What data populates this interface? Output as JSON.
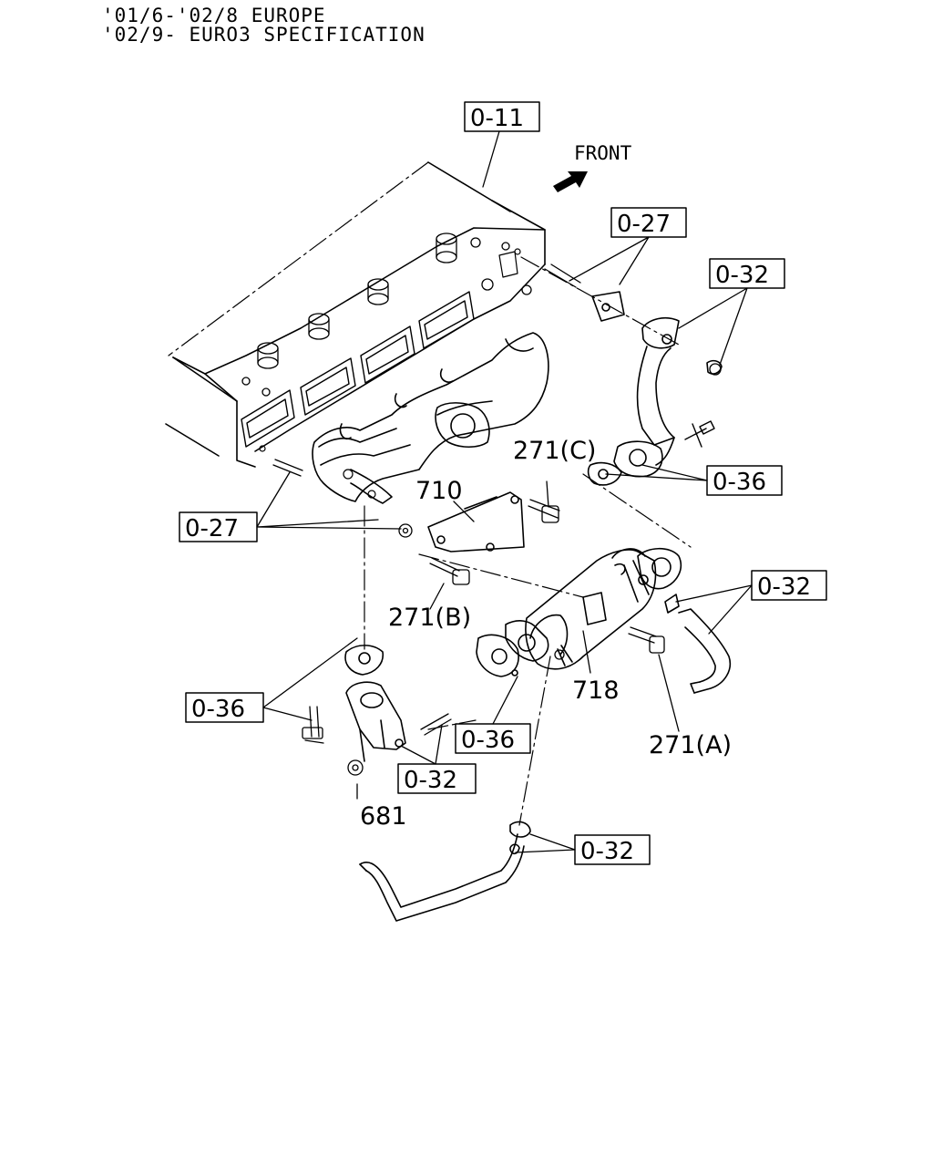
{
  "header": {
    "line1": "'01/6-'02/8 EUROPE",
    "line2": "'02/9- EURO3 SPECIFICATION"
  },
  "front_label": "FRONT",
  "callouts": {
    "c011": "0-11",
    "c027_top": "0-27",
    "c032_top": "0-32",
    "c036_right": "0-36",
    "c027_left": "0-27",
    "c032_mid": "0-32",
    "c036_left": "0-36",
    "c036_mid": "0-36",
    "c032_low": "0-32",
    "c032_bottom": "0-32"
  },
  "parts": {
    "p271c": "271(C)",
    "p710": "710",
    "p271b": "271(B)",
    "p718": "718",
    "p271a": "271(A)",
    "p681": "681"
  },
  "colors": {
    "ink": "#000000",
    "paper": "#ffffff"
  }
}
